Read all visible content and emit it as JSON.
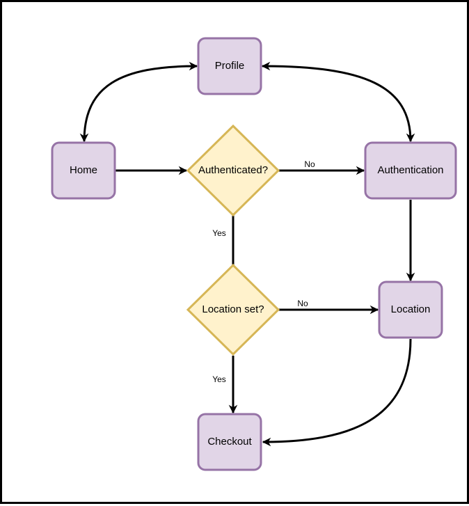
{
  "diagram": {
    "colors": {
      "process_fill": "#e1d5e7",
      "process_stroke": "#9673a6",
      "decision_fill": "#fff2cc",
      "decision_stroke": "#d6b656",
      "edge": "#000000"
    },
    "nodes": {
      "profile": "Profile",
      "home": "Home",
      "authenticated": "Authenticated?",
      "authentication": "Authentication",
      "location_set": "Location set?",
      "location": "Location",
      "checkout": "Checkout"
    },
    "edge_labels": {
      "auth_no": "No",
      "auth_yes": "Yes",
      "location_no": "No",
      "location_yes": "Yes"
    }
  }
}
